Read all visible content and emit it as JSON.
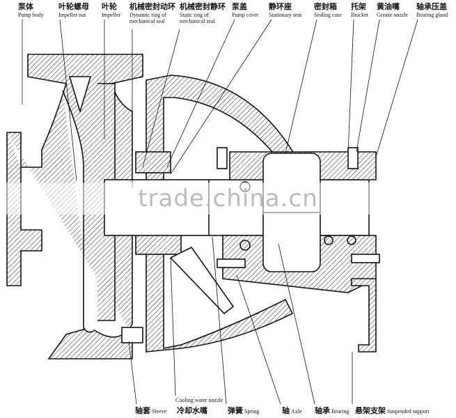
{
  "top_labels": [
    {
      "cn": "泵体",
      "en": "Pump body"
    },
    {
      "cn": "叶轮螺母",
      "en": "Impeller nut"
    },
    {
      "cn": "叶轮",
      "en": "Impeller"
    },
    {
      "cn": "机械密封动环",
      "en": "Dynamic ring of mechanical seal"
    },
    {
      "cn": "机械密封静环",
      "en": "Static ring of mechanical seal"
    },
    {
      "cn": "泵盖",
      "en": "Pump cover"
    },
    {
      "cn": "静环座",
      "en": "Stationary seat"
    },
    {
      "cn": "密封箱",
      "en": "Sealing case"
    },
    {
      "cn": "托架",
      "en": "Bracket"
    },
    {
      "cn": "黄油嘴",
      "en": "Grease nozzle"
    },
    {
      "cn": "轴承压盖",
      "en": "Bearing gland"
    }
  ],
  "bottom_labels": [
    {
      "cn": "轴套",
      "en": "Sleeve"
    },
    {
      "cn": "冷却水嘴",
      "en": "Cooling water nozzle"
    },
    {
      "cn": "弹簧",
      "en": "Spring"
    },
    {
      "cn": "轴",
      "en": "Axle"
    },
    {
      "cn": "轴承",
      "en": "Bearing"
    },
    {
      "cn": "悬架支架",
      "en": "Suspended support"
    }
  ],
  "watermark": "trade.china.cn"
}
